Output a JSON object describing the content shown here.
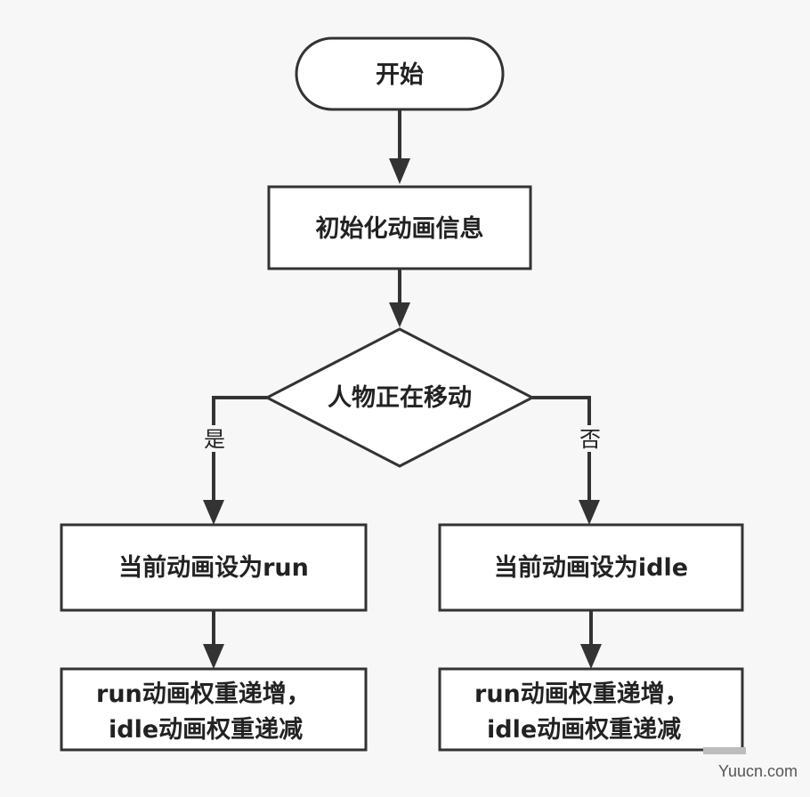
{
  "nodes": {
    "start": "开始",
    "init": "初始化动画信息",
    "decision": "人物正在移动",
    "set_run": "当前动画设为run",
    "set_idle": "当前动画设为idle",
    "run_weights": [
      "run动画权重递增，",
      "idle动画权重递减"
    ],
    "idle_weights": [
      "run动画权重递增，",
      "idle动画权重递减"
    ]
  },
  "branches": {
    "yes": "是",
    "no": "否"
  },
  "watermark": "Yuucn.com",
  "colors": {
    "background": "#f7f7f7",
    "stroke": "#333333",
    "box_fill": "#ffffff"
  }
}
